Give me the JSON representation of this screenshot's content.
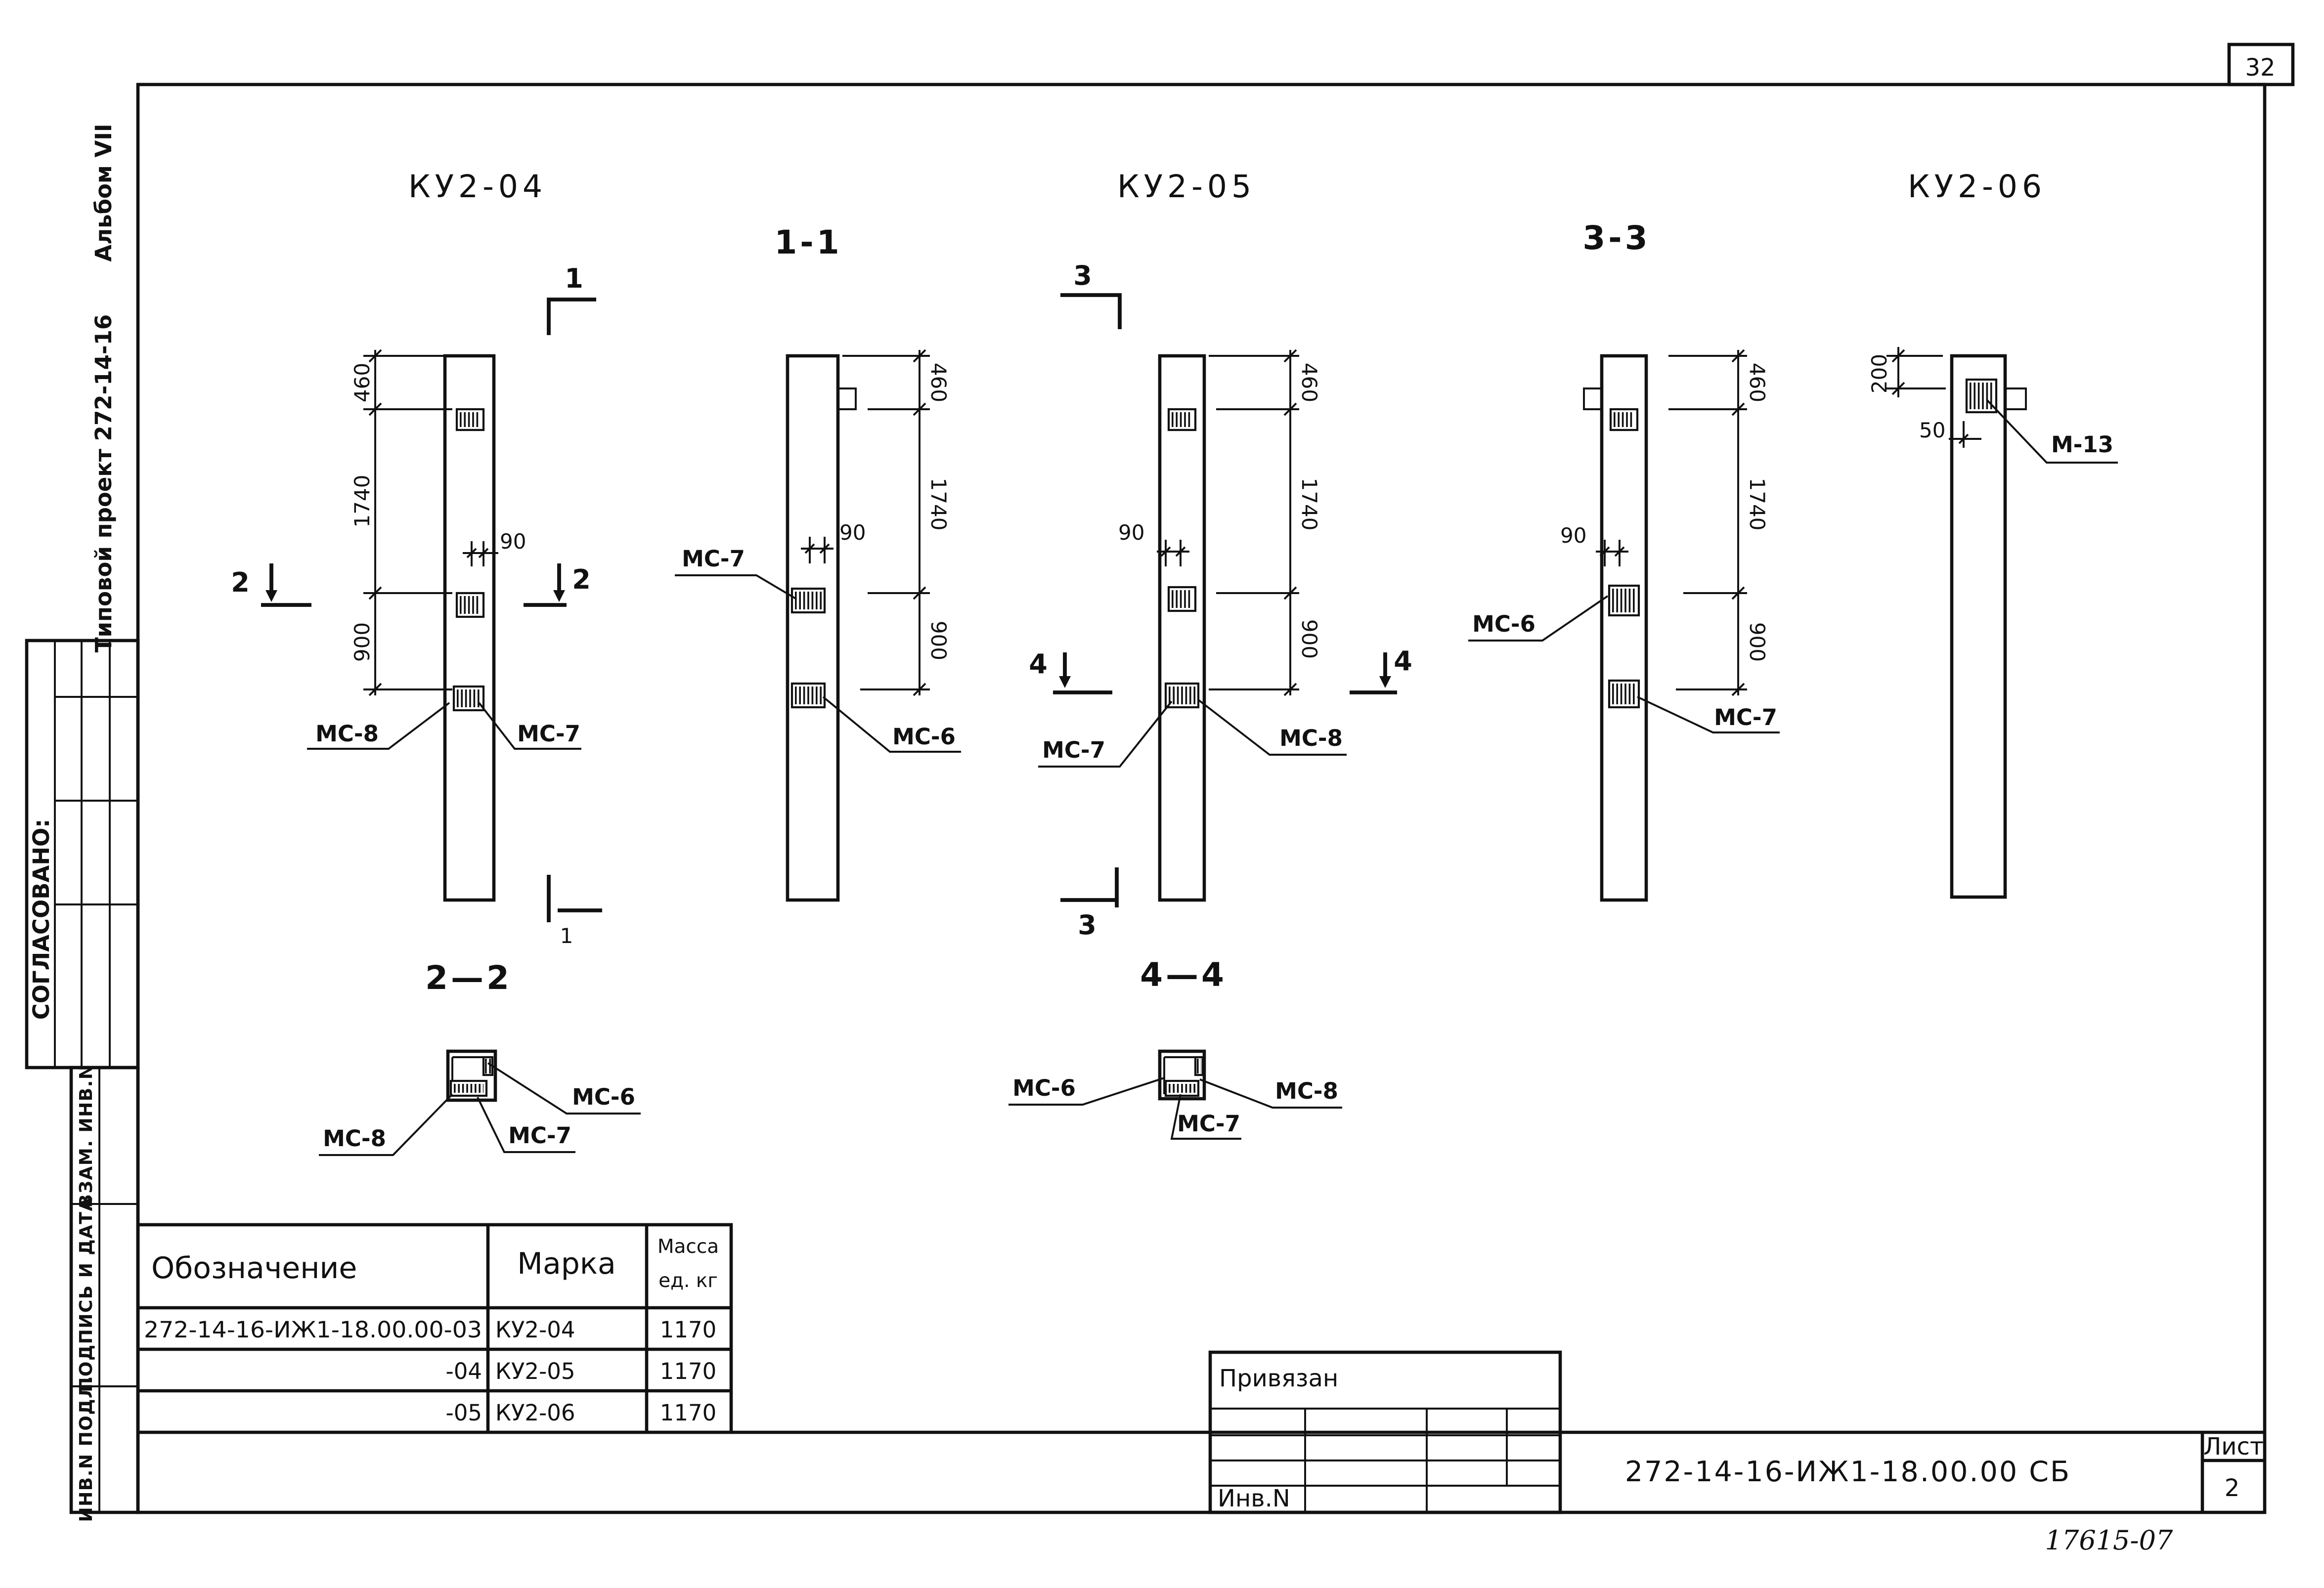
{
  "sheet": {
    "page_number": "32",
    "album": "Альбом VII",
    "project": "Типовой проект 272-14-16",
    "approved": "СОГЛАСОВАНО:",
    "replaced_inv": "ВЗАМ. ИНВ.N",
    "signature_date": "ПОДПИСЬ И ДАТА",
    "original_inv": "ИНВ.N ПОДЛ.",
    "archive_code": "17615-07"
  },
  "ku2_04": {
    "title": "КУ2-04",
    "dim_top": "460",
    "dim_mid": "1740",
    "dim_bottom": "900",
    "dim_offset": "90",
    "label_left": "МС-8",
    "label_right": "МС-7",
    "cut_1_top": "1",
    "cut_1_bottom": "1",
    "cut_2_left": "2",
    "cut_2_right": "2"
  },
  "section_1_1": {
    "title": "1-1",
    "dim_top": "460",
    "dim_mid": "1740",
    "dim_bottom": "900",
    "dim_offset": "90",
    "label_left": "МС-7",
    "label_right": "МС-6"
  },
  "ku2_05": {
    "title": "КУ2-05",
    "dim_top": "460",
    "dim_mid": "1740",
    "dim_bottom": "900",
    "dim_offset": "90",
    "label_left": "МС-7",
    "label_right": "МС-8",
    "cut_3_top": "3",
    "cut_3_bottom": "3",
    "cut_4_left": "4",
    "cut_4_right": "4"
  },
  "section_3_3": {
    "title": "3-3",
    "dim_top": "460",
    "dim_mid": "1740",
    "dim_bottom": "900",
    "dim_offset": "90",
    "label_left": "МС-6",
    "label_right": "МС-7"
  },
  "ku2_06": {
    "title": "КУ2-06",
    "dim_height": "200",
    "dim_offset": "50",
    "label": "М-13"
  },
  "section_2_2": {
    "title": "2—2",
    "label_left": "МС-8",
    "label_mid": "МС-7",
    "label_right": "МС-6"
  },
  "section_4_4": {
    "title": "4—4",
    "label_left": "МС-6",
    "label_mid": "МС-7",
    "label_right": "МС-8"
  },
  "spec_table": {
    "header_designation": "Обозначение",
    "header_mark": "Марка",
    "header_mass_1": "Масса",
    "header_mass_2": "ед. кг",
    "rows": [
      {
        "designation": "272-14-16-ИЖ1-18.00.00-03",
        "mark": "КУ2-04",
        "mass": "1170"
      },
      {
        "designation": "-04",
        "mark": "КУ2-05",
        "mass": "1170"
      },
      {
        "designation": "-05",
        "mark": "КУ2-06",
        "mass": "1170"
      }
    ]
  },
  "title_block": {
    "bound": "Привязан",
    "inv": "Инв.N",
    "code": "272-14-16-ИЖ1-18.00.00 СБ",
    "sheet_label": "Лист",
    "sheet_number": "2"
  }
}
